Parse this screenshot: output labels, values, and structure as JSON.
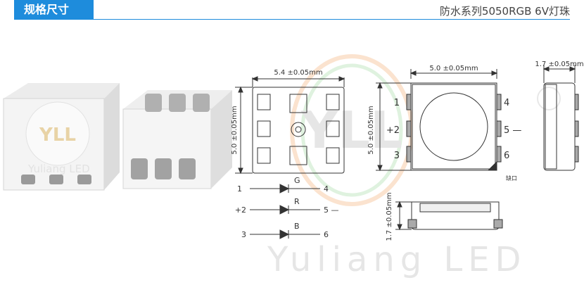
{
  "header": {
    "tab_label": "规格尺寸",
    "title": "防水系列5050RGB 6V灯珠"
  },
  "colors": {
    "accent": "#1e8cdc",
    "line": "#333333",
    "watermark": "#e6e6e6"
  },
  "photos": {
    "top_logo": "YLL",
    "side_text": "Yuliang LED"
  },
  "top_view": {
    "width_dim": "5.4 ±0.05mm",
    "height_dim": "5.0 ±0.05mm"
  },
  "circuit": {
    "rows": [
      {
        "left": "1",
        "right": "4",
        "color": "G"
      },
      {
        "left": "+2",
        "right": "5 —",
        "color": "R"
      },
      {
        "left": "3",
        "right": "6",
        "color": "B"
      }
    ]
  },
  "bottom_view": {
    "width_dim": "5.0 ±0.05mm",
    "height_dim": "5.0 ±0.05mm",
    "pins_left": [
      "1",
      "+2",
      "3"
    ],
    "pins_right": [
      "4",
      "5 —",
      "6"
    ],
    "cut_label": "缺口"
  },
  "side_view": {
    "thickness_dim": "1.7 ±0.05mm"
  },
  "front_view": {
    "thickness_dim": "1.7 ±0.05mm"
  },
  "watermark": {
    "brand": "Yuliang LED",
    "logo": "YLL"
  }
}
